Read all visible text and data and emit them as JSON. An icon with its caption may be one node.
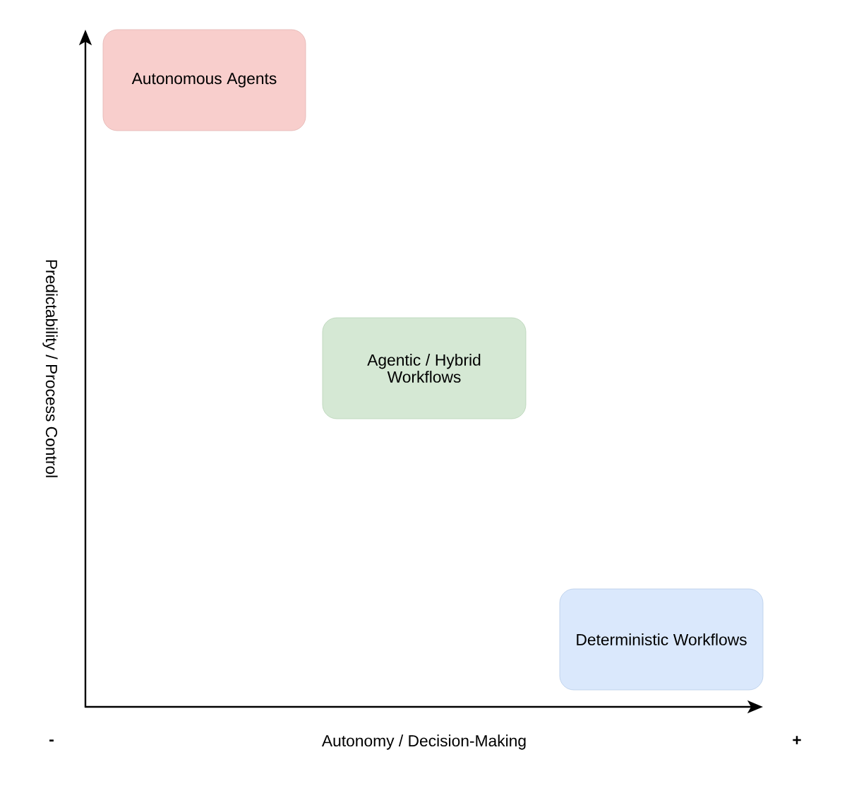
{
  "diagram": {
    "nodes": [
      {
        "text": [
          "Autonomous Agents"
        ]
      },
      {
        "text": [
          "Agentic / Hybrid Workflows"
        ]
      },
      {
        "text": [
          "Deterministic Workflows"
        ]
      }
    ],
    "labels": [
      "Predictability / Process Control",
      "-",
      "Autonomy / Decision-Making",
      "+"
    ]
  }
}
